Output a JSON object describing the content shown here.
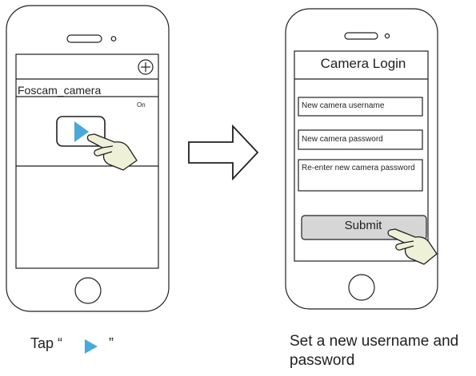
{
  "left_phone": {
    "camera_name": "Foscam_camera",
    "status": "On",
    "add_icon": "plus-circle-icon",
    "play_icon": "play-icon",
    "hand_icon": "tap-hand-icon"
  },
  "right_phone": {
    "title": "Camera Login",
    "username_placeholder": "New camera username",
    "password_placeholder": "New camera password",
    "reenter_placeholder": "Re-enter new camera password",
    "submit_label": "Submit",
    "hand_icon": "tap-hand-icon"
  },
  "arrow_icon": "right-arrow-icon",
  "captions": {
    "left_prefix": "Tap “",
    "left_suffix": "”",
    "right": "Set a new username and password"
  },
  "colors": {
    "outline": "#231f20",
    "play": "#48a9dc",
    "hand_fill": "#eef0d8",
    "button_fill": "#d6d6d6"
  }
}
